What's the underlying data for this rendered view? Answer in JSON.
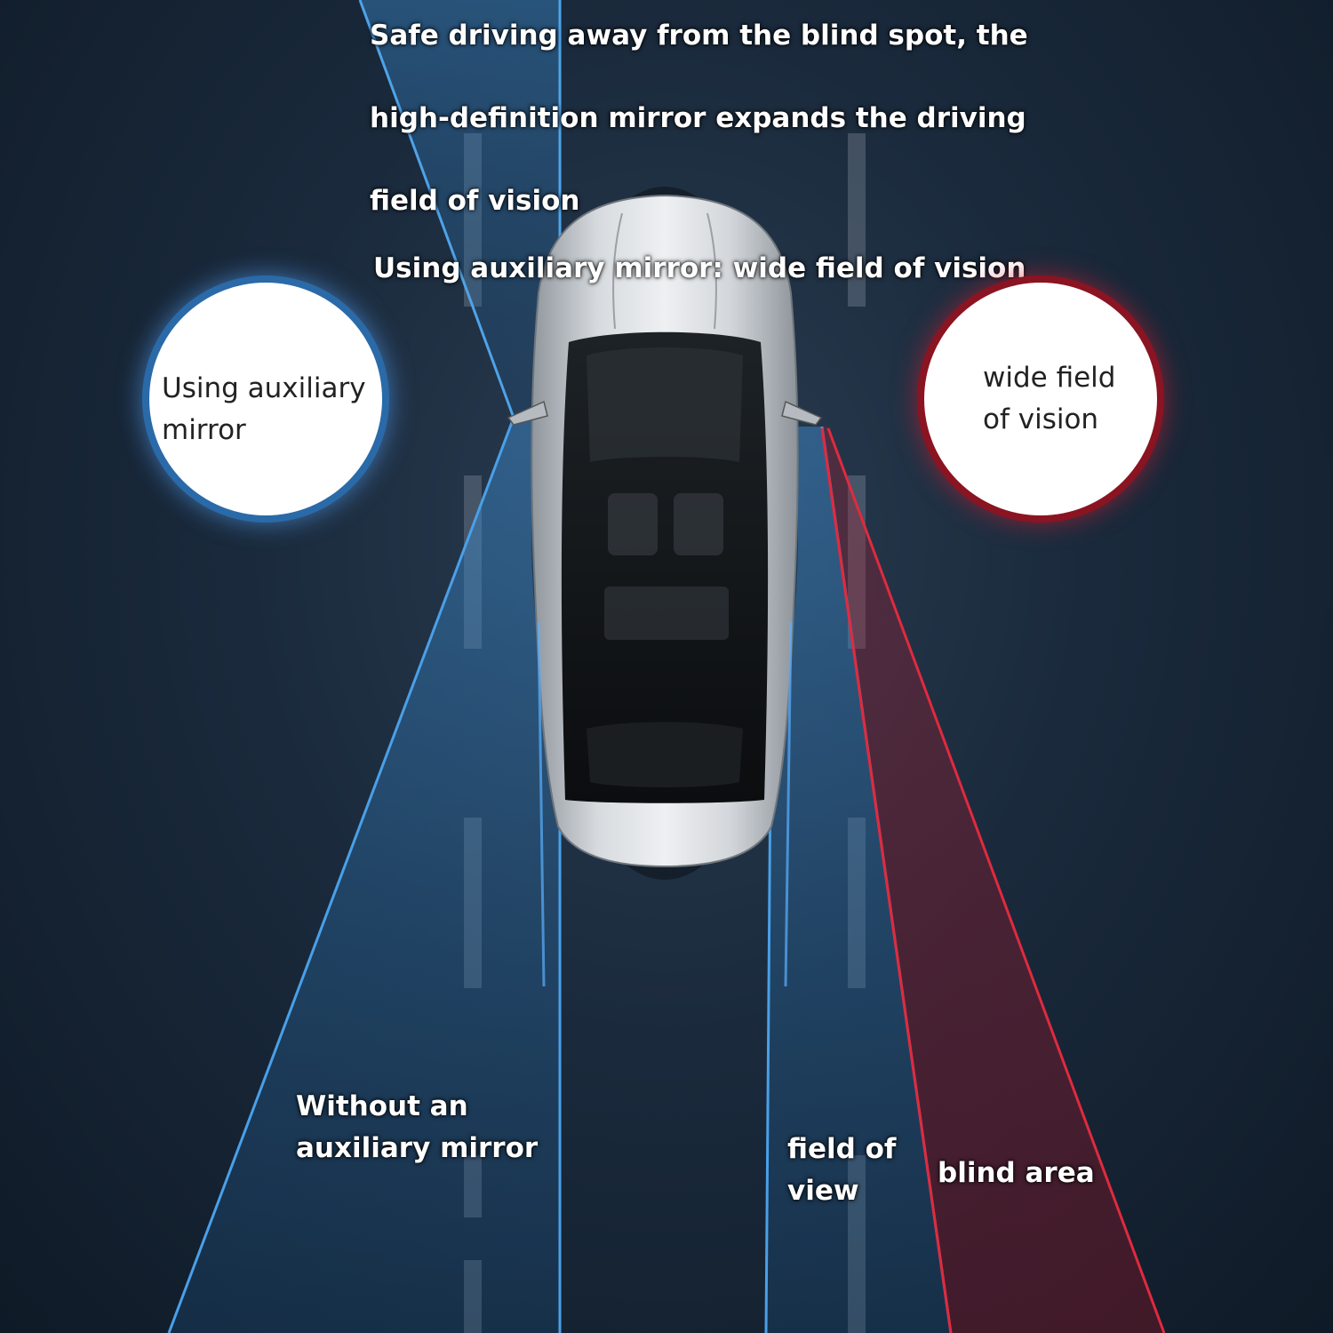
{
  "headline": {
    "line1": "Safe driving away from the blind spot, the",
    "line2": "high-definition mirror expands the driving",
    "line3": "field of vision",
    "line4": "Using auxiliary mirror: wide field of vision"
  },
  "badge_left": {
    "line1": "Using auxiliary",
    "line2": "mirror"
  },
  "badge_right": {
    "line1": "wide field",
    "line2": "of vision"
  },
  "labels": {
    "without_line1": "Without an",
    "without_line2": "auxiliary mirror",
    "fov_line1": "field of",
    "fov_line2": "view",
    "blind": "blind area"
  },
  "colors": {
    "background": "#1a2a3c",
    "blue_beam": "#3a8fd8",
    "red_beam": "#d0283a",
    "car_body": "#c8cdd2"
  }
}
